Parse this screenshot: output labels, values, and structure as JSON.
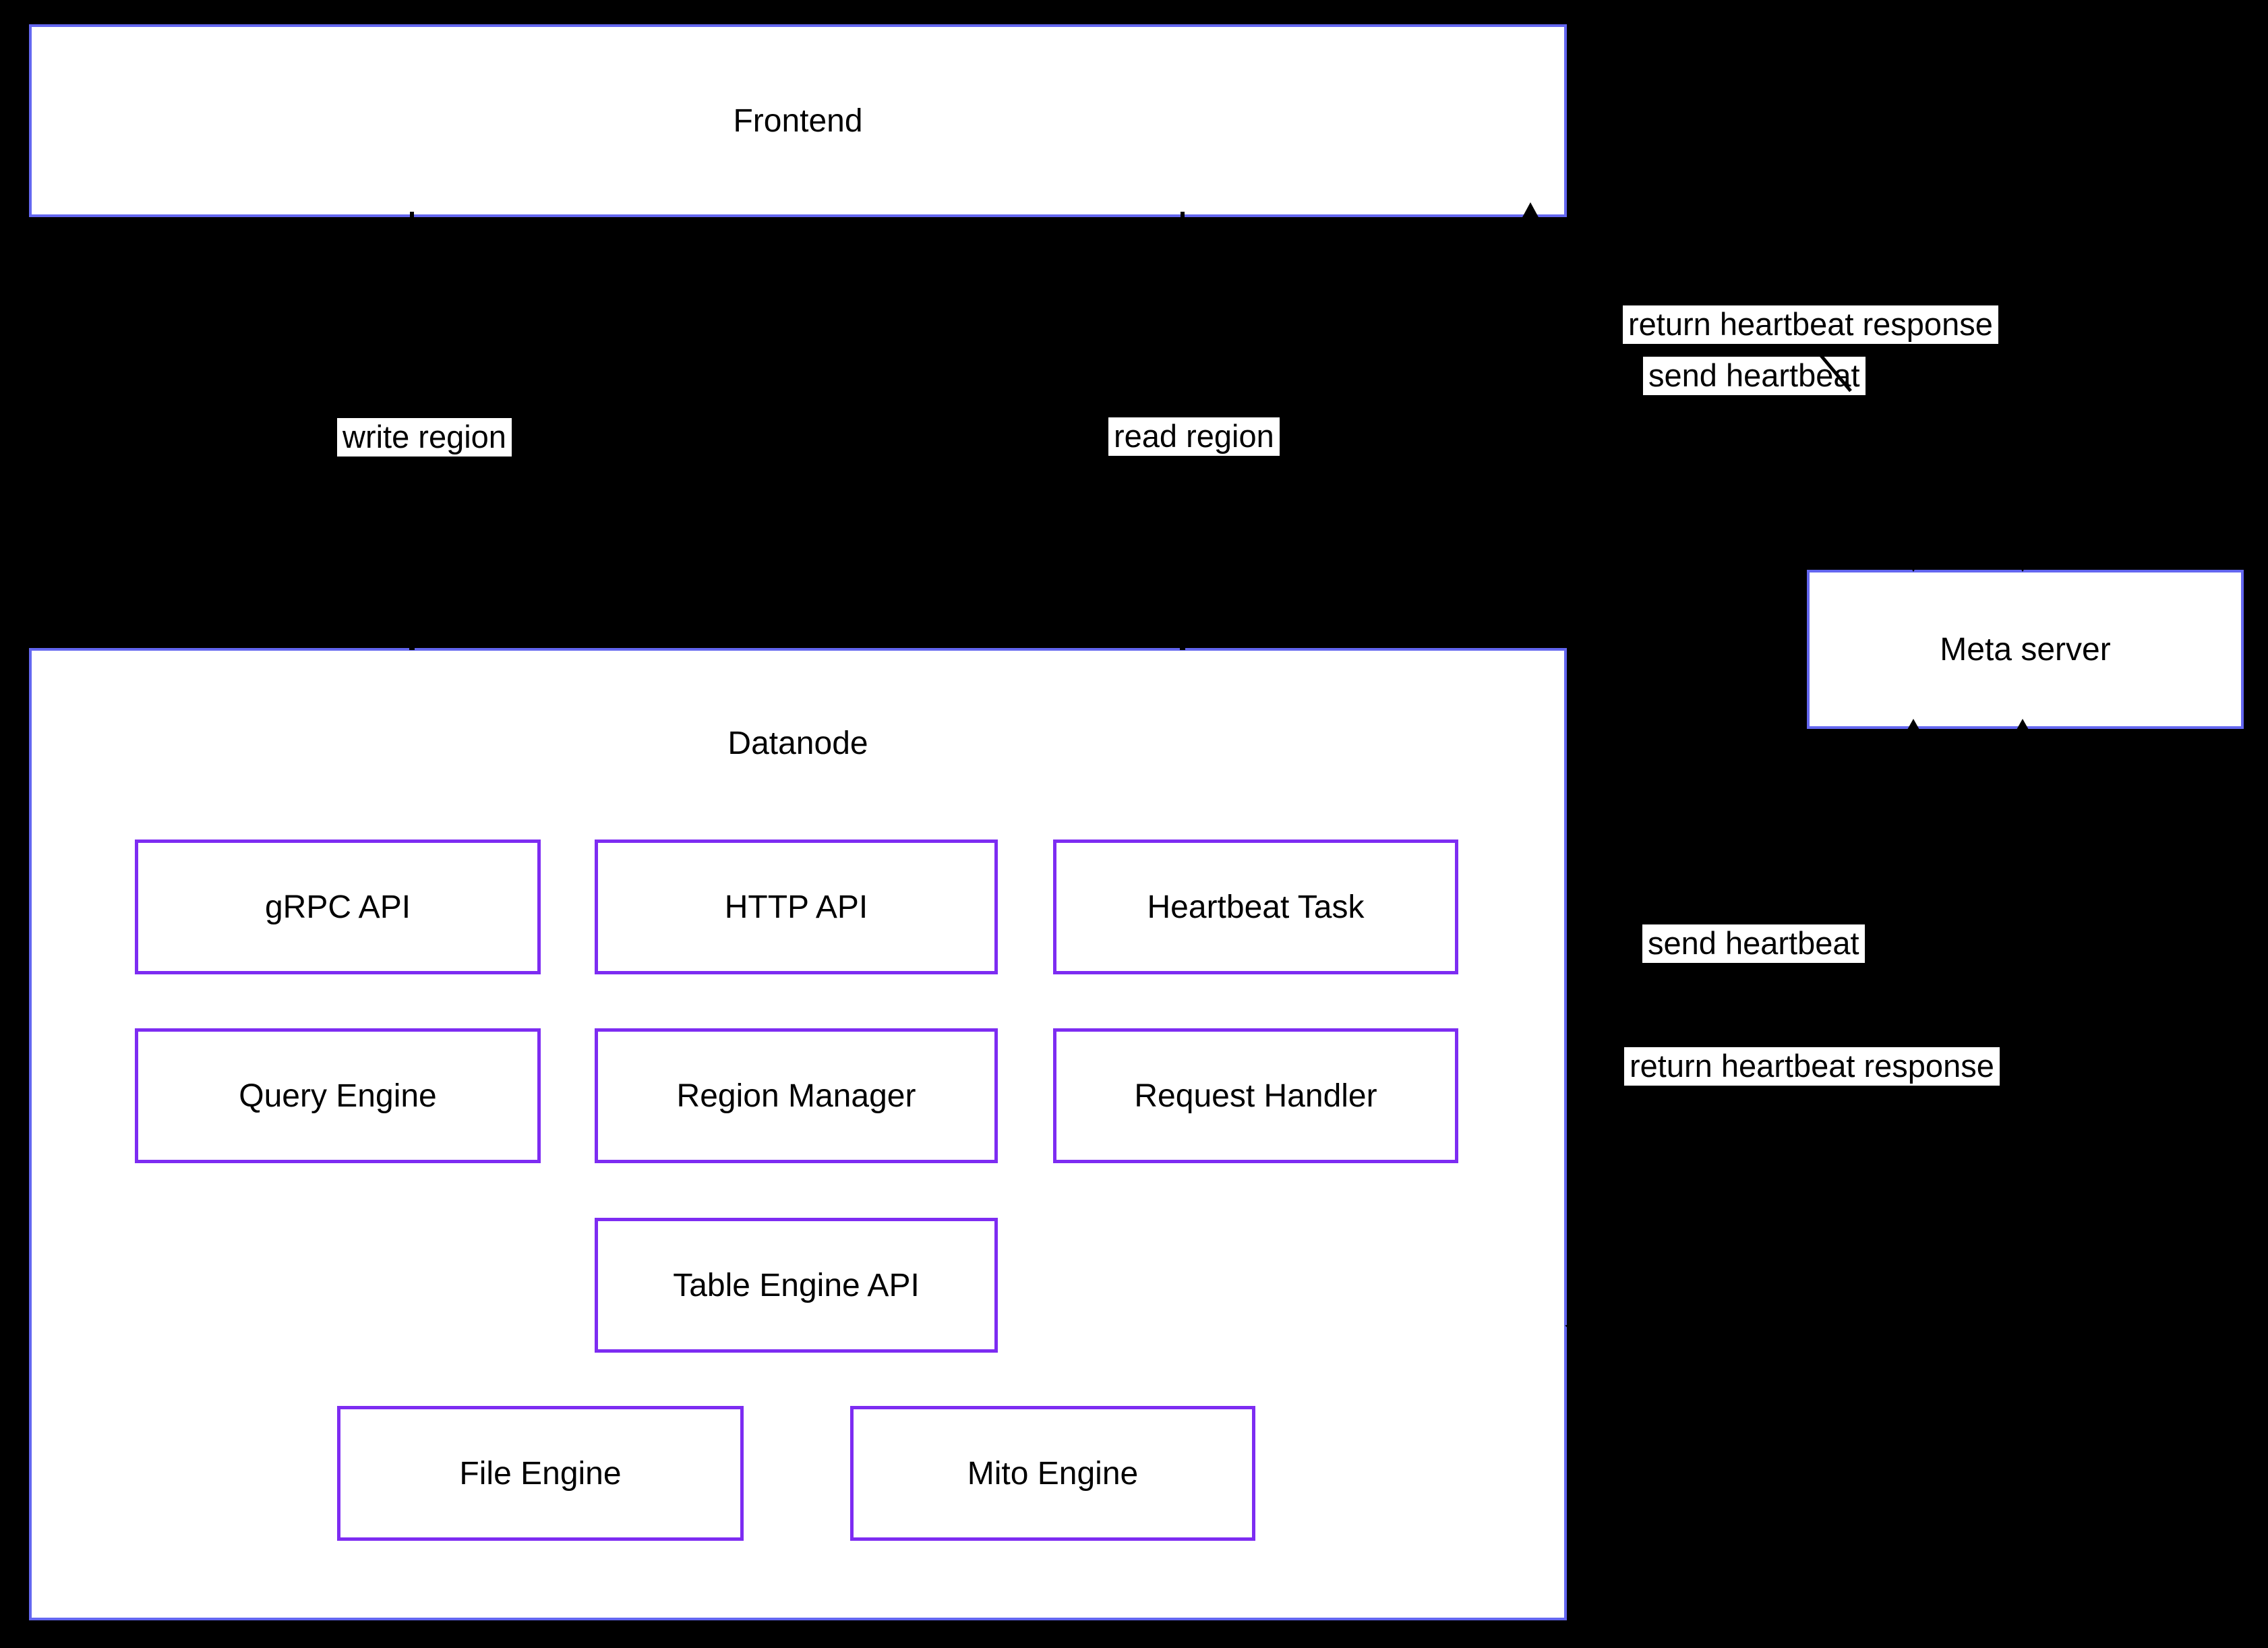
{
  "colors": {
    "background": "#000000",
    "frame_border": "#6467f0",
    "component_border": "#7d2cf2",
    "node_fill": "#ffffff",
    "text": "#000000",
    "edge_label_bg": "#ffffff",
    "edge_color": "#000000"
  },
  "nodes": {
    "frontend": {
      "label": "Frontend"
    },
    "datanode": {
      "label": "Datanode",
      "components": [
        {
          "label": "gRPC API"
        },
        {
          "label": "HTTP API"
        },
        {
          "label": "Heartbeat Task"
        },
        {
          "label": "Query Engine"
        },
        {
          "label": "Region Manager"
        },
        {
          "label": "Request Handler"
        },
        {
          "label": "Table Engine API"
        },
        {
          "label": "File Engine"
        },
        {
          "label": "Mito Engine"
        }
      ]
    },
    "meta_server": {
      "label": "Meta server"
    }
  },
  "edge_labels": {
    "write_region": "write region",
    "read_region": "read region",
    "return_heartbeat_frontend": "return heartbeat response",
    "send_heartbeat_frontend": "send heartbeat",
    "send_heartbeat_datanode": "send heartbeat",
    "return_heartbeat_datanode": "return heartbeat response"
  }
}
